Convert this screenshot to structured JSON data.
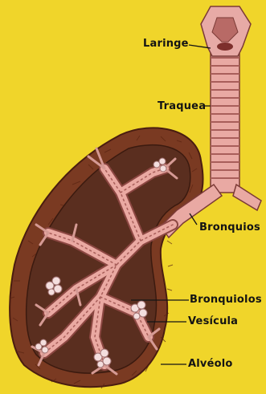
{
  "labels": {
    "larynx": "Laringe",
    "trachea": "Traquea",
    "bronchi": "Bronquios",
    "bronchioles": "Bronquiolos",
    "vesicle": "Vesícula",
    "alveolus": "Alvéolo"
  },
  "colors": {
    "background": "#f0d52a",
    "lung_outer": "#7a3a22",
    "lung_cavity": "#5a2e1f",
    "airway": "#e9a9a3",
    "airway_ring": "#a85e5a",
    "alveoli": "#f4dede",
    "label_text": "#141414"
  }
}
